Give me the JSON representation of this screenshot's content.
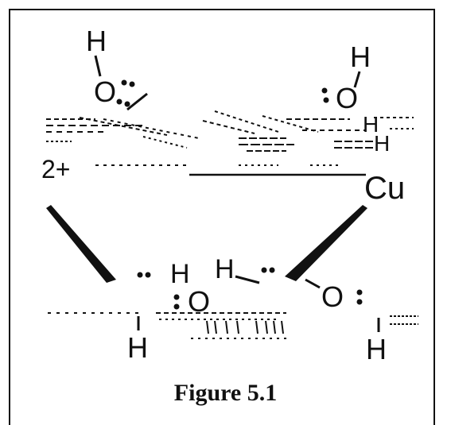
{
  "diagram": {
    "atoms": {
      "h_top_left": "H",
      "o_top_left": "O",
      "h_top_right": "H",
      "o_top_right": "O",
      "h_mid_right_a": "H",
      "h_mid_right_b": "H",
      "charge": "2+",
      "metal": "Cu",
      "h_bottom_mid_a": "H",
      "h_bottom_mid_b": "H",
      "o_bottom_left": "O",
      "o_bottom_right": "O",
      "h_bottom_left": "H",
      "h_bottom_right": "H"
    },
    "lone_pair_glyph": ":",
    "ink_color": "#111111"
  },
  "caption": "Figure 5.1"
}
